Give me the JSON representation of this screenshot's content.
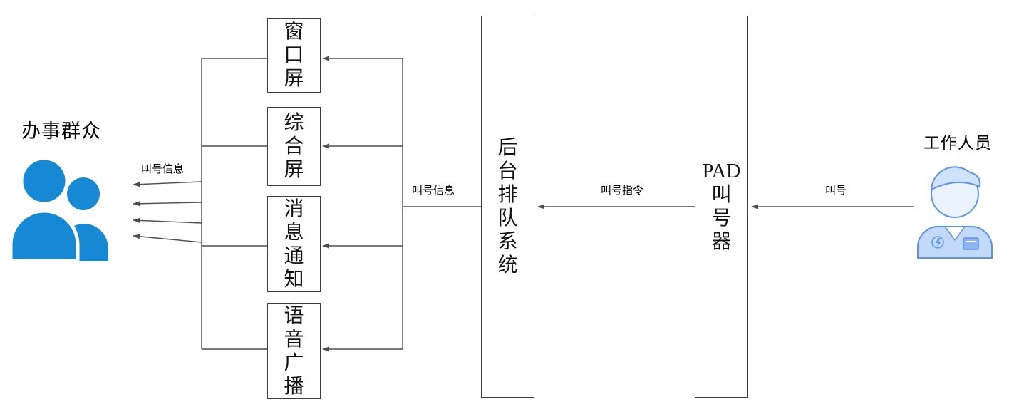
{
  "labels": {
    "citizens": "办事群众",
    "staff": "工作人员"
  },
  "boxes": {
    "window_screen": "窗\n口\n屏",
    "composite_screen": "综\n合\n屏",
    "message_notice": "消\n息\n通\n知",
    "voice_broadcast": "语\n音\n广\n播",
    "backend_queue": "后\n台\n排\n队\n系\n统",
    "pad_caller": "PAD\n叫\n号\n器"
  },
  "edge_labels": {
    "call_info_left": "叫号信息",
    "call_info_mid": "叫号信息",
    "call_command": "叫号指令",
    "call": "叫号"
  },
  "colors": {
    "line": "#4d4d4d",
    "icon_blue": "#1789d4",
    "staff_fill": "#c3d9fb",
    "staff_face": "#eaf2fe",
    "staff_hair": "#cfe2fb",
    "staff_stroke": "#5b92ee",
    "badge_fill": "#8db3f6"
  }
}
